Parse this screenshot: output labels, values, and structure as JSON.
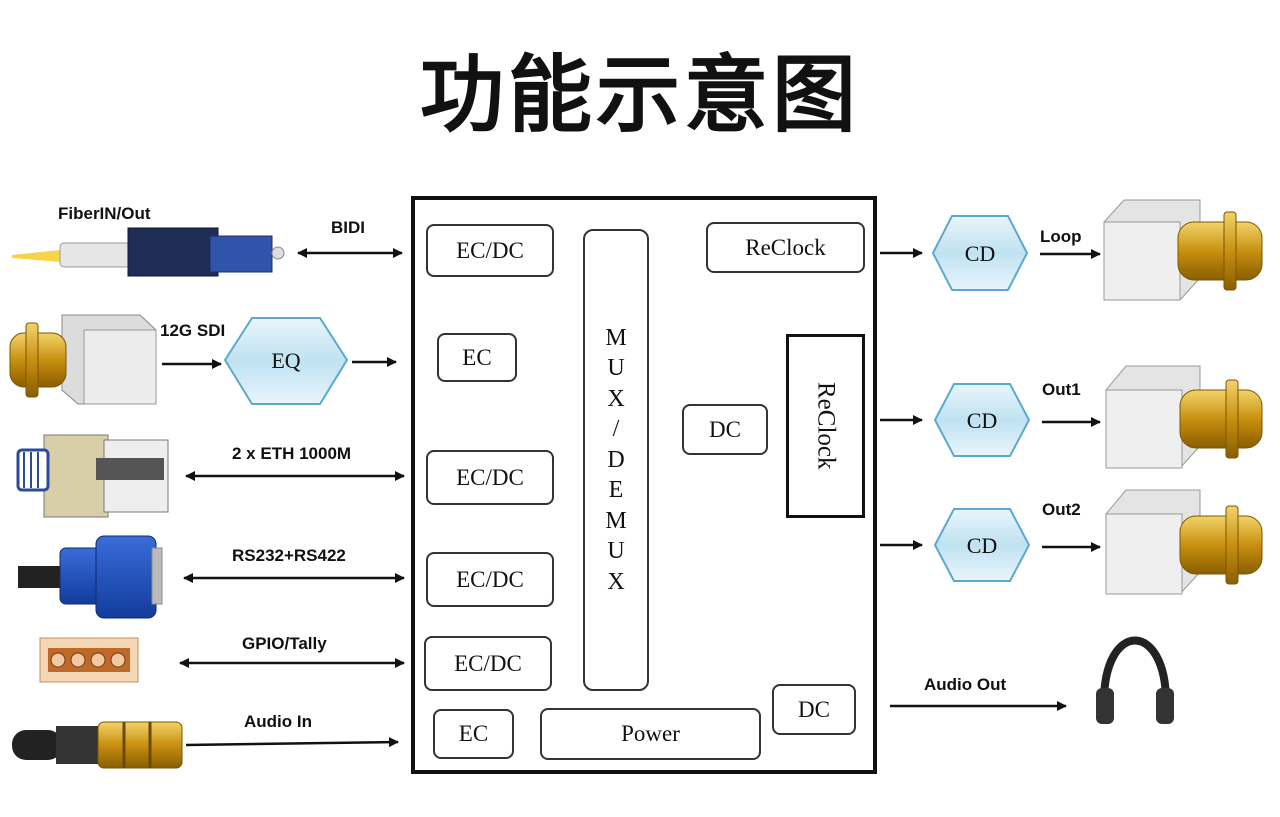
{
  "title": "功能示意图",
  "left_labels": {
    "fiber": "FiberIN/Out",
    "bidi": "BIDI",
    "sdi": "12G SDI",
    "eth": "2 x ETH 1000M",
    "serial": "RS232+RS422",
    "gpio": "GPIO/Tally",
    "audio_in": "Audio In"
  },
  "eq_label": "EQ",
  "blocks": {
    "ec_dc_1": "EC/DC",
    "ec_1": "EC",
    "ec_dc_2": "EC/DC",
    "ec_dc_3": "EC/DC",
    "ec_dc_4": "EC/DC",
    "ec_2": "EC",
    "power": "Power",
    "reclock_top": "ReClock",
    "reclock_vertical": "ReClock",
    "dc_mid": "DC",
    "dc_bottom": "DC",
    "mux_letters": [
      "M",
      "U",
      "X",
      "/",
      "D",
      "E",
      "M",
      "U",
      "X"
    ]
  },
  "right_labels": {
    "loop": "Loop",
    "out1": "Out1",
    "out2": "Out2",
    "audio_out": "Audio Out"
  },
  "cd_labels": [
    "CD",
    "CD",
    "CD"
  ]
}
